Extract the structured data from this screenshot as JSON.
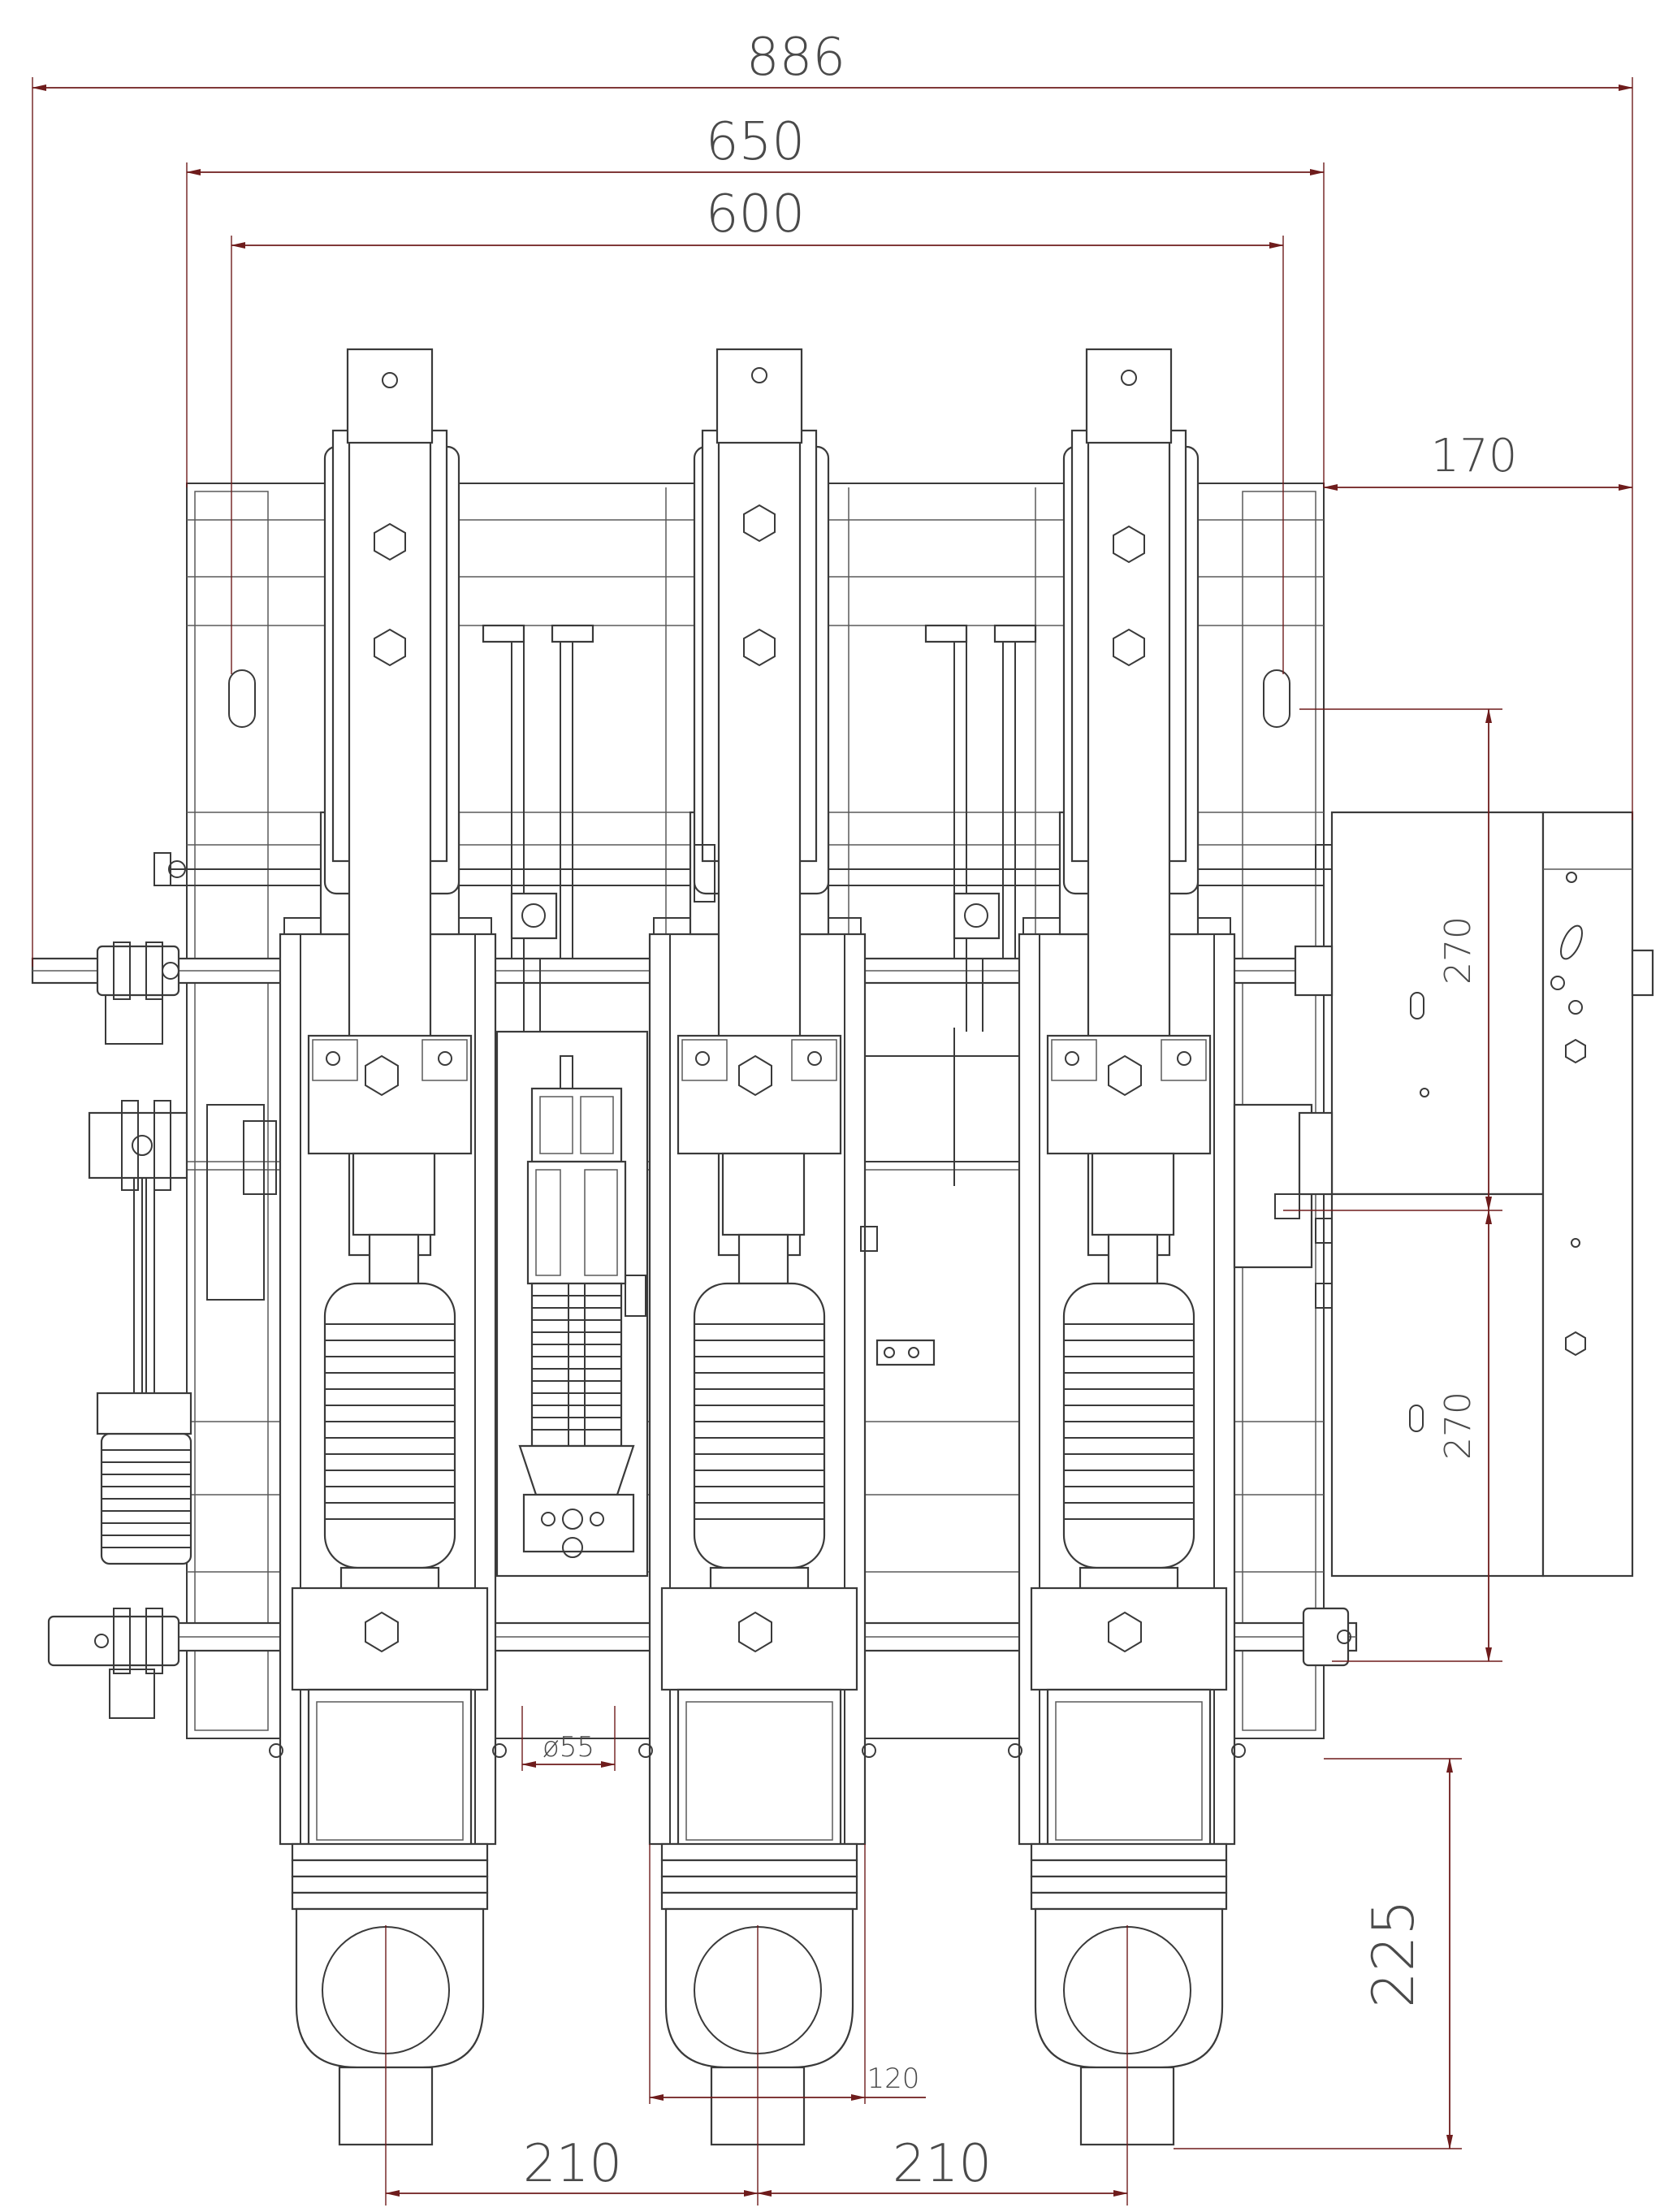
{
  "drawing": {
    "dimensions": {
      "overall_width": "886",
      "frame_width": "650",
      "slot_pitch": "600",
      "mechanism_depth": "170",
      "upper_height": "270",
      "lower_height": "270",
      "terminal_height": "225",
      "pole_spacing_left": "210",
      "pole_spacing_right": "210",
      "shaft_diameter": "ø55",
      "pole_width": "120"
    }
  }
}
